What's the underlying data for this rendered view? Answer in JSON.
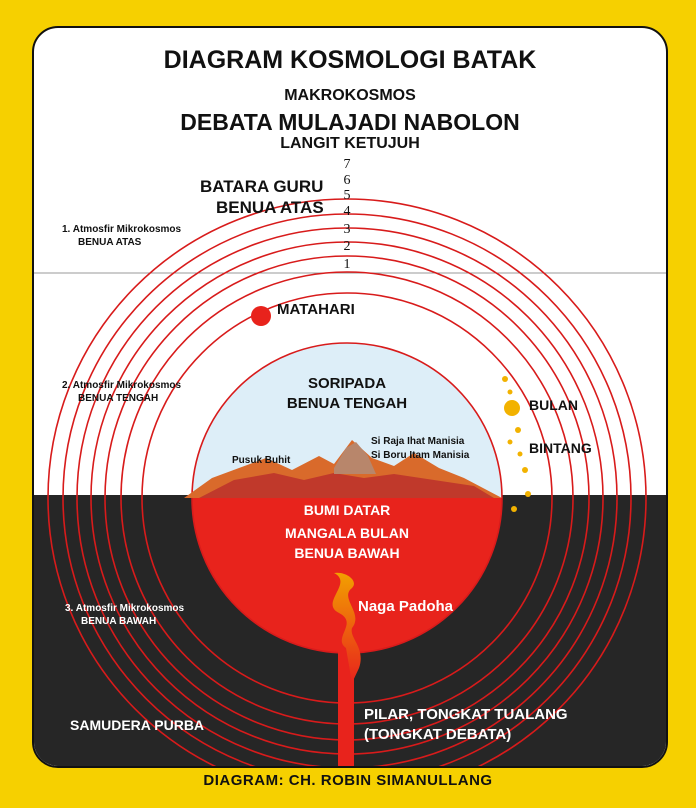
{
  "title": "DIAGRAM KOSMOLOGI BATAK",
  "makrokosmos": "MAKROKOSMOS",
  "deity": "DEBATA MULAJADI NABOLON",
  "seventh_heaven": "LANGIT KETUJUH",
  "heaven_levels": [
    "7",
    "6",
    "5",
    "4",
    "3",
    "2",
    "1"
  ],
  "upper_world": {
    "line1": "BATARA GURU",
    "line2": "BENUA ATAS"
  },
  "atmosphere_upper": {
    "line1": "1. Atmosfir Mikrokosmos",
    "line2": "BENUA ATAS"
  },
  "atmosphere_middle": {
    "line1": "2. Atmosfir Mikrokosmos",
    "line2": "BENUA TENGAH"
  },
  "atmosphere_lower": {
    "line1": "3. Atmosfir Mikrokosmos",
    "line2": "BENUA BAWAH"
  },
  "sun": "MATAHARI",
  "moon": "BULAN",
  "stars": "BINTANG",
  "middle_world": {
    "line1": "SORIPADA",
    "line2": "BENUA TENGAH"
  },
  "pusuk_buhit": "Pusuk Buhit",
  "first_humans": {
    "line1": "Si Raja Ihat Manisia",
    "line2": "Si Boru Itam Manisia"
  },
  "underworld": {
    "line1": "BUMI DATAR",
    "line2": "MANGALA BULAN",
    "line3": "BENUA BAWAH"
  },
  "naga": "Naga Padoha",
  "ocean": "SAMUDERA PURBA",
  "pillar": {
    "line1": "PILAR, TONGKAT TUALANG",
    "line2": "(TONGKAT DEBATA)"
  },
  "credit": "DIAGRAM: CH. ROBIN SIMANULLANG",
  "colors": {
    "background": "#f6d000",
    "ring": "#d81b1b",
    "sky": "#ddeef8",
    "dark": "#262626",
    "earth": "#e8231c"
  }
}
